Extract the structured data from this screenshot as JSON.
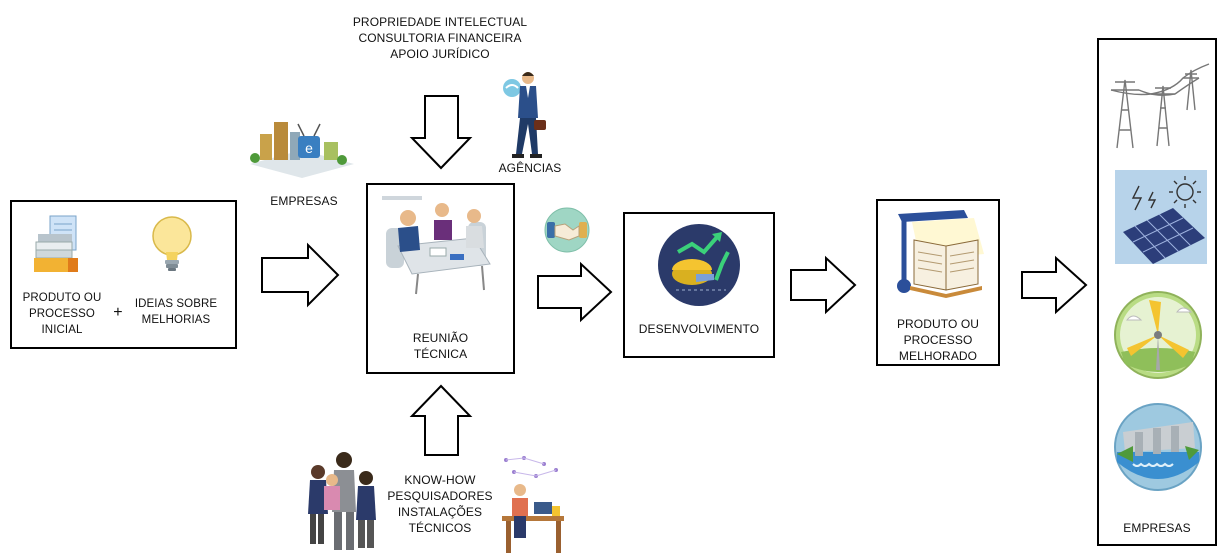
{
  "inputs": {
    "product_lines": [
      "PRODUTO OU",
      "PROCESSO",
      "INICIAL"
    ],
    "plus": "+",
    "ideas_lines": [
      "IDEIAS SOBRE",
      "MELHORIAS"
    ],
    "icons": [
      "documents-stack-icon",
      "lightbulb-icon"
    ]
  },
  "top_support": {
    "lines": [
      "PROPRIEDADE INTELECTUAL",
      "CONSULTORIA FINANCEIRA",
      "APOIO JURÍDICO"
    ],
    "agencies_label": "AGÊNCIAS"
  },
  "companies_left": {
    "label": "EMPRESAS"
  },
  "meeting": {
    "lines": [
      "REUNIÃO",
      "TÉCNICA"
    ]
  },
  "bottom_support": {
    "lines": [
      "KNOW-HOW",
      "PESQUISADORES",
      "INSTALAÇÕES",
      "TÉCNICOS"
    ]
  },
  "development": {
    "label": "DESENVOLVIMENTO"
  },
  "improved": {
    "lines": [
      "PRODUTO OU",
      "PROCESSO",
      "MELHORADO"
    ]
  },
  "companies_right": {
    "label": "EMPRESAS",
    "icons": [
      "power-lines-icon",
      "solar-panel-icon",
      "wind-turbine-icon",
      "hydro-dam-icon"
    ]
  },
  "colors": {
    "border": "#000000",
    "accent_yellow": "#f4c430",
    "solar_blue": "#2c3e7a"
  }
}
